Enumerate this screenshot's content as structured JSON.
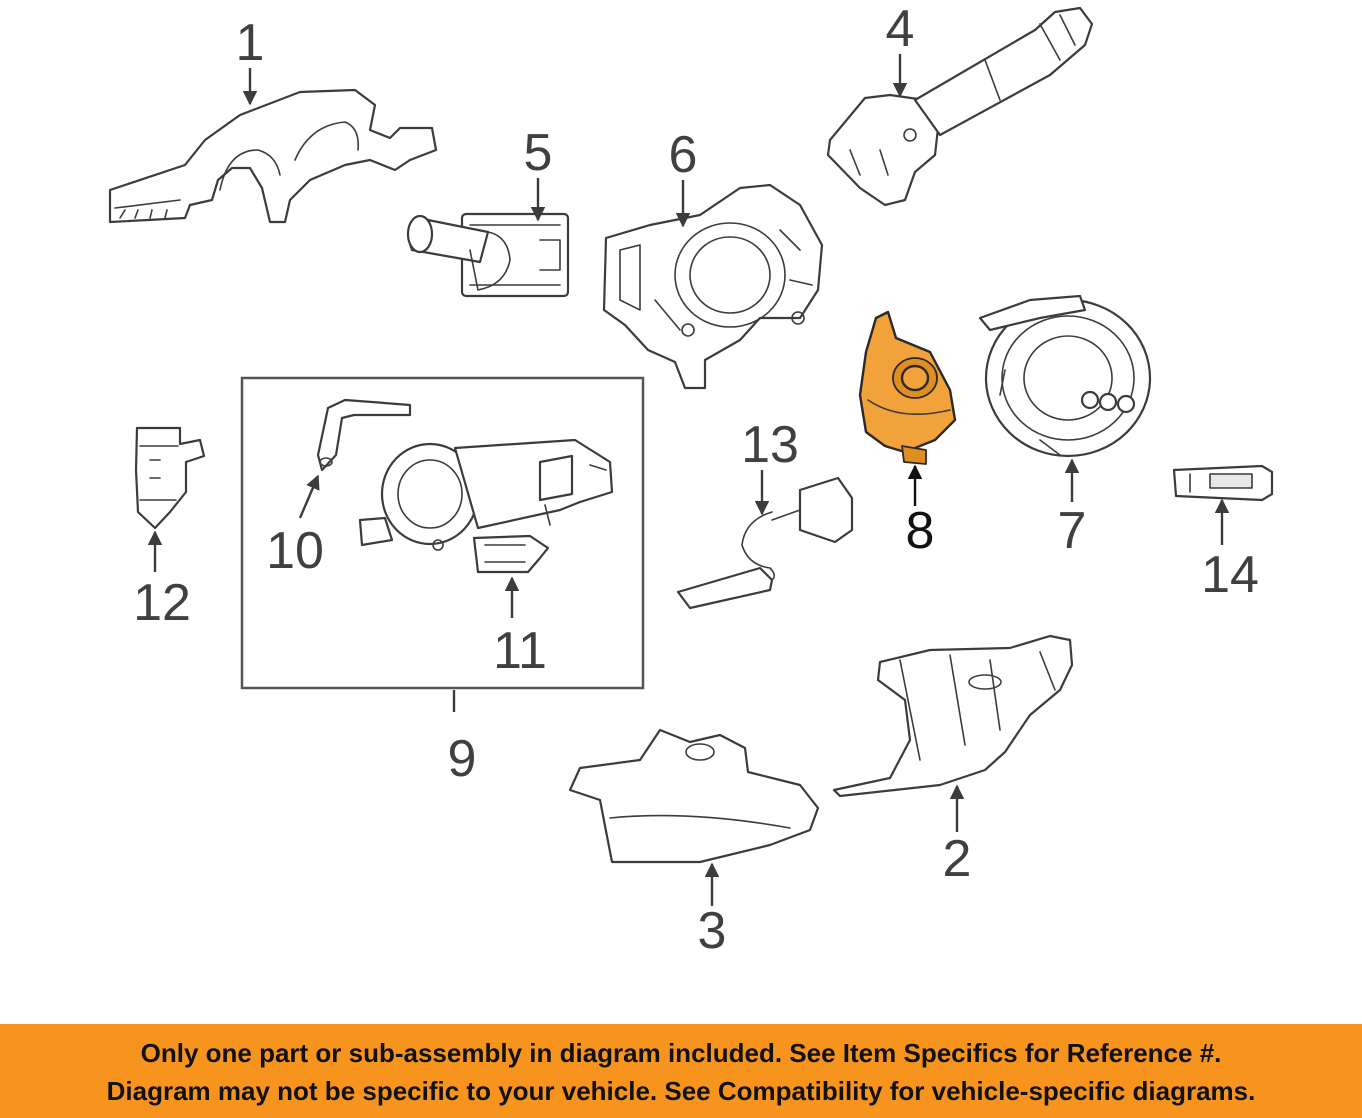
{
  "diagram": {
    "callouts": {
      "c1": "1",
      "c2": "2",
      "c3": "3",
      "c4": "4",
      "c5": "5",
      "c6": "6",
      "c7": "7",
      "c8": "8",
      "c9": "9",
      "c10": "10",
      "c11": "11",
      "c12": "12",
      "c13": "13",
      "c14": "14"
    },
    "highlighted_part": "8",
    "colors": {
      "highlight": "#f2a23a",
      "banner": "#f7941d",
      "line": "#3c3c3c"
    }
  },
  "banner": {
    "line1": "Only one part or sub-assembly in diagram included. See Item Specifics for Reference #.",
    "line2": "Diagram may not be specific to your vehicle. See Compatibility for vehicle-specific diagrams."
  }
}
